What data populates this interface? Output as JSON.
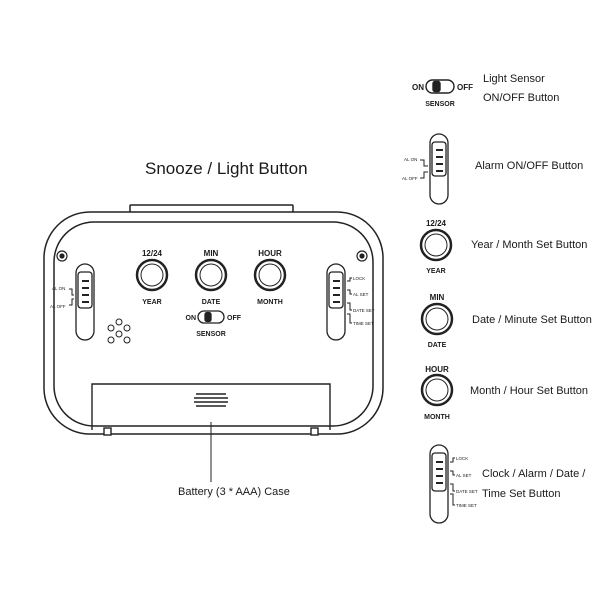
{
  "title": "Snooze / Light Button",
  "battery_caption": "Battery (3 * AAA) Case",
  "clock_face": {
    "btn_1224": "12/24",
    "btn_year": "YEAR",
    "btn_min": "MIN",
    "btn_date": "DATE",
    "btn_hour": "HOUR",
    "btn_month": "MONTH",
    "sensor_on": "ON",
    "sensor_off": "OFF",
    "sensor_label": "SENSOR",
    "left_switch_top": "AL ON",
    "left_switch_bottom": "AL OFF",
    "right_switch_1": "LOCK",
    "right_switch_2": "AL SET",
    "right_switch_3": "DATE SET",
    "right_switch_4": "TIME SET"
  },
  "legend": {
    "sensor": {
      "on": "ON",
      "off": "OFF",
      "label": "SENSOR",
      "desc_line1": "Light Sensor",
      "desc_line2": "ON/OFF Button"
    },
    "alarm": {
      "top": "AL ON",
      "bottom": "AL OFF",
      "desc": "Alarm ON/OFF Button"
    },
    "year_month": {
      "top": "12/24",
      "bottom": "YEAR",
      "desc": "Year / Month Set Button"
    },
    "date_minute": {
      "top": "MIN",
      "bottom": "DATE",
      "desc": "Date / Minute Set Button"
    },
    "month_hour": {
      "top": "HOUR",
      "bottom": "MONTH",
      "desc": "Month / Hour Set Button"
    },
    "mode_switch": {
      "s1": "LOCK",
      "s2": "AL SET",
      "s3": "DATE SET",
      "s4": "TIME SET",
      "desc_line1": "Clock / Alarm / Date /",
      "desc_line2": "Time Set Button"
    }
  }
}
